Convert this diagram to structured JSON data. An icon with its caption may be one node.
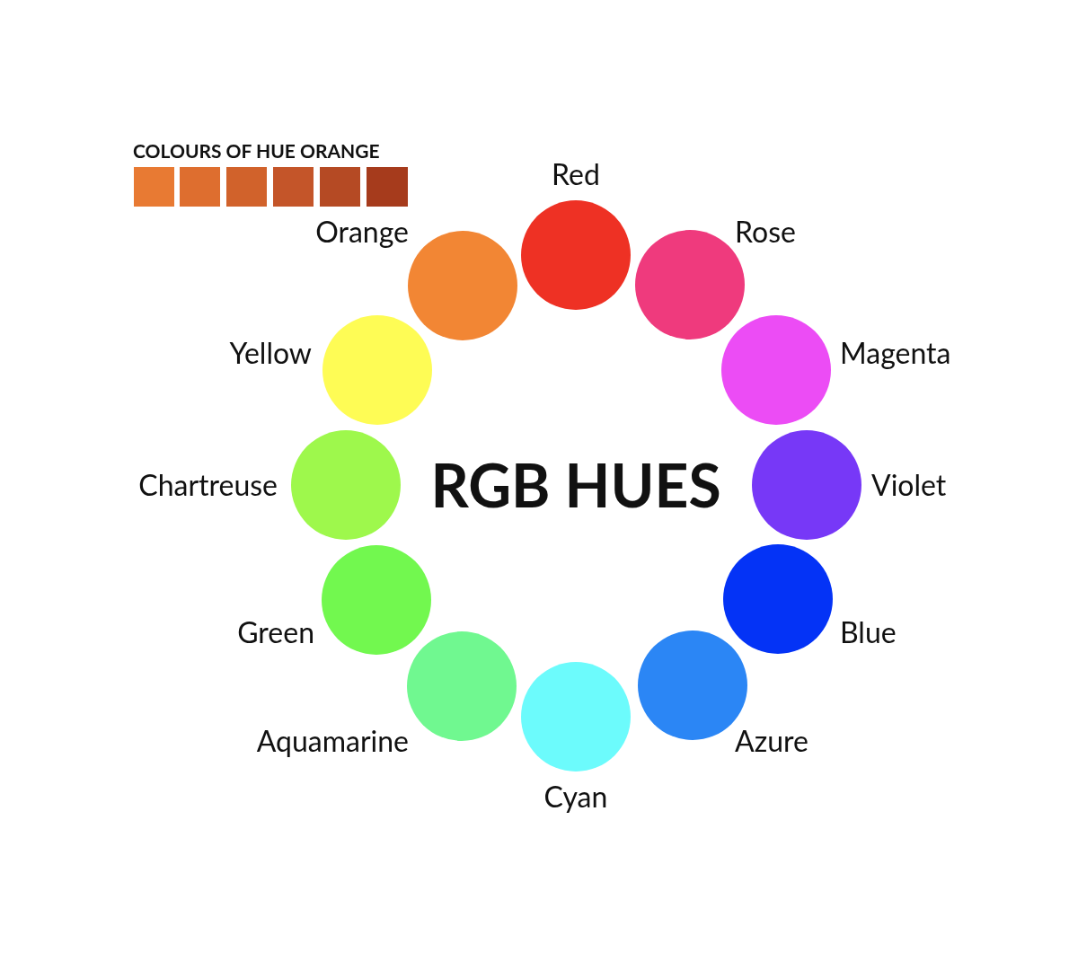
{
  "diagram": {
    "title": "RGB HUES",
    "nodes": [
      {
        "text": [],
        "shape": "box"
      },
      {
        "text": [],
        "shape": "box"
      },
      {
        "text": [],
        "shape": "box"
      },
      {
        "text": [],
        "shape": "box"
      },
      {
        "text": [],
        "shape": "box"
      },
      {
        "text": [],
        "shape": "box"
      },
      {
        "text": [],
        "shape": "circle",
        "beside": [
          "Red"
        ]
      },
      {
        "text": [],
        "shape": "circle",
        "beside": [
          "Rose"
        ]
      },
      {
        "text": [],
        "shape": "circle",
        "beside": [
          "Magenta"
        ]
      },
      {
        "text": [],
        "shape": "circle",
        "beside": [
          "Violet"
        ]
      },
      {
        "text": [],
        "shape": "circle",
        "beside": [
          "Blue"
        ]
      },
      {
        "text": [],
        "shape": "circle",
        "beside": [
          "Azure"
        ]
      },
      {
        "text": [],
        "shape": "circle",
        "beside": [
          "Cyan"
        ]
      },
      {
        "text": [],
        "shape": "circle",
        "beside": [
          "Aquamarine"
        ]
      },
      {
        "text": [],
        "shape": "circle",
        "beside": [
          "Green"
        ]
      },
      {
        "text": [],
        "shape": "circle",
        "beside": [
          "Chartreuse"
        ]
      },
      {
        "text": [],
        "shape": "circle",
        "beside": [
          "Yellow"
        ]
      },
      {
        "text": [],
        "shape": "circle",
        "beside": [
          "Orange"
        ]
      }
    ],
    "labels": [
      "COLOURS OF HUE ORANGE"
    ]
  }
}
